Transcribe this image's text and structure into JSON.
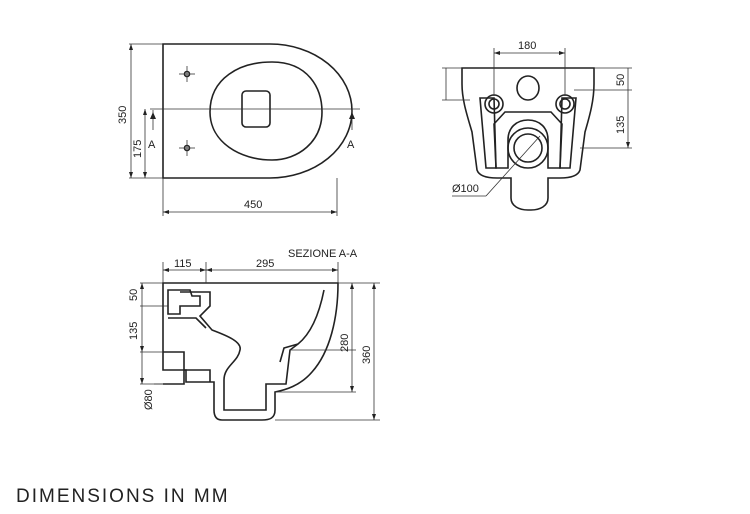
{
  "top_view": {
    "width_label": "450",
    "depth_label": "350",
    "half_depth_label": "175",
    "section_mark_left": "A",
    "section_mark_right": "A"
  },
  "rear_view": {
    "bolt_spacing_label": "180",
    "top_offset_label": "50",
    "drain_height_label": "135",
    "drain_diameter_label": "Ø100"
  },
  "section_view": {
    "title": "SEZIONE A-A",
    "rear_offset_label": "115",
    "bowl_length_label": "295",
    "top_offset_label": "50",
    "drain_height_label": "135",
    "drain_diameter_label": "Ø80",
    "rim_height_label": "280",
    "total_height_label": "360"
  },
  "footer": {
    "caption": "DIMENSIONS IN MM"
  }
}
